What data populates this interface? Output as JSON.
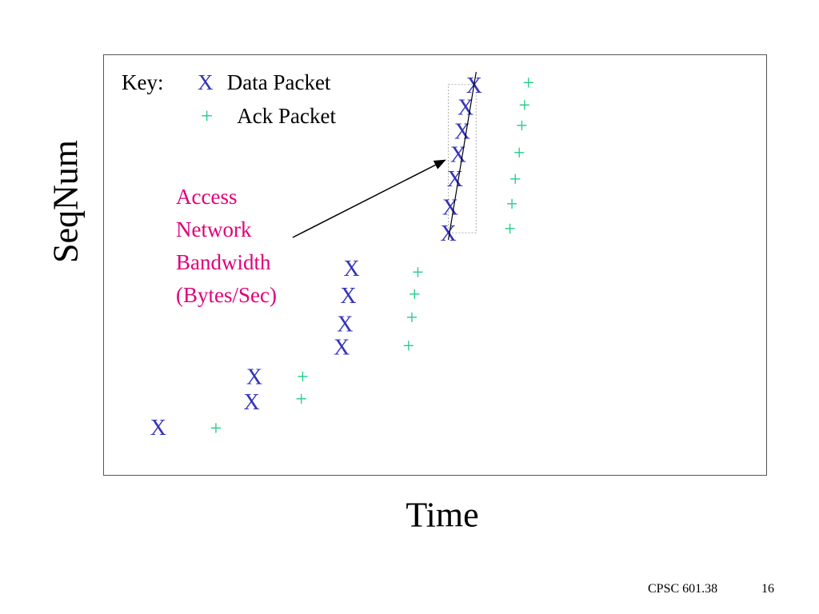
{
  "chart_data": {
    "type": "scatter",
    "xlabel": "Time",
    "ylabel": "SeqNum",
    "xlim": [
      0,
      100
    ],
    "ylim": [
      0,
      100
    ],
    "grid": false,
    "legend_placement": "top-left",
    "legend": {
      "title": "Key:",
      "entries": [
        {
          "marker": "X",
          "label": "Data Packet",
          "color": "#3333bb"
        },
        {
          "marker": "+",
          "label": "Ack Packet",
          "color": "#22cc88"
        }
      ]
    },
    "series": [
      {
        "name": "Data Packet",
        "marker": "X",
        "color": "#3333bb",
        "points": [
          {
            "x": 8.2,
            "y": 11.4
          },
          {
            "x": 22.3,
            "y": 17.5
          },
          {
            "x": 22.7,
            "y": 23.5
          },
          {
            "x": 35.9,
            "y": 30.6
          },
          {
            "x": 36.4,
            "y": 36.1
          },
          {
            "x": 36.9,
            "y": 42.9
          },
          {
            "x": 37.4,
            "y": 49.3
          },
          {
            "x": 52.0,
            "y": 57.7
          },
          {
            "x": 52.3,
            "y": 63.9
          },
          {
            "x": 53.0,
            "y": 70.7
          },
          {
            "x": 53.5,
            "y": 76.5
          },
          {
            "x": 54.1,
            "y": 82.0
          },
          {
            "x": 54.6,
            "y": 87.7
          },
          {
            "x": 55.9,
            "y": 93.0
          }
        ]
      },
      {
        "name": "Ack Packet",
        "marker": "+",
        "color": "#22cc88",
        "points": [
          {
            "x": 16.9,
            "y": 11.2
          },
          {
            "x": 29.8,
            "y": 18.2
          },
          {
            "x": 30.0,
            "y": 23.5
          },
          {
            "x": 46.0,
            "y": 30.9
          },
          {
            "x": 46.5,
            "y": 37.6
          },
          {
            "x": 46.9,
            "y": 43.1
          },
          {
            "x": 47.4,
            "y": 48.4
          },
          {
            "x": 61.3,
            "y": 58.8
          },
          {
            "x": 61.6,
            "y": 64.7
          },
          {
            "x": 62.1,
            "y": 70.6
          },
          {
            "x": 62.7,
            "y": 76.9
          },
          {
            "x": 63.1,
            "y": 83.3
          },
          {
            "x": 63.5,
            "y": 88.2
          },
          {
            "x": 64.1,
            "y": 93.5
          }
        ]
      }
    ],
    "annotations": [
      {
        "lines": [
          "Access",
          "Network",
          "Bandwidth",
          "(Bytes/Sec)"
        ],
        "color": "#e0007a",
        "arrow_to": {
          "x": 51.5,
          "y": 75.0
        }
      }
    ],
    "slope_line": {
      "from": {
        "x": 52.0,
        "y": 56.0
      },
      "to": {
        "x": 56.2,
        "y": 96.0
      }
    },
    "reference_box": {
      "x0": 52.0,
      "y0": 57.7,
      "x1": 56.2,
      "y1": 93.0
    }
  },
  "footer": {
    "course": "CPSC 601.38",
    "page": "16"
  }
}
